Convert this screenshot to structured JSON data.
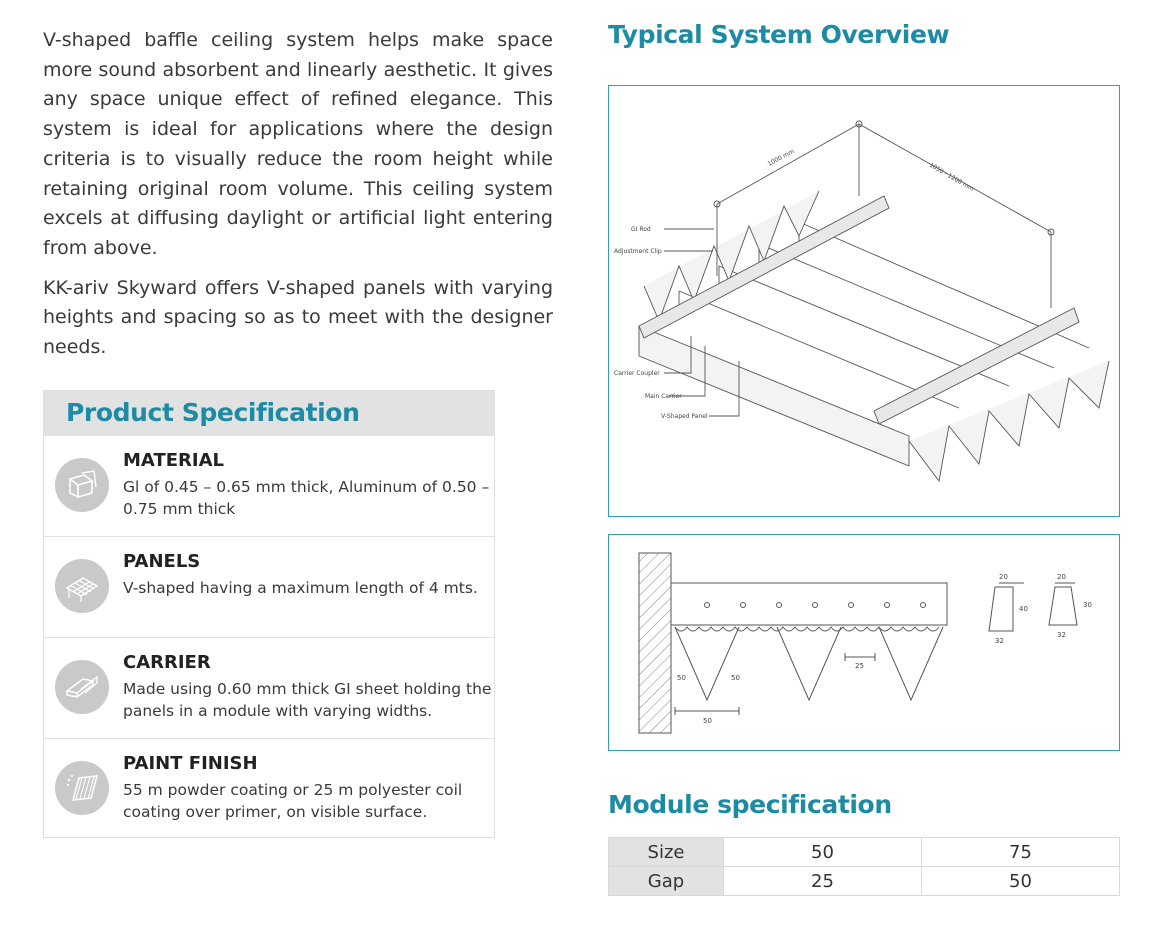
{
  "intro": {
    "paragraph1": "V-shaped baffle ceiling system helps make space more sound absorbent and linearly aesthetic. It gives any space unique effect of refined elegance. This system is ideal for applications where the design criteria is to visually reduce the room height while retaining original room volume. This ceiling system excels at diffusing daylight or artificial light entering from above.",
    "paragraph2": "KK-ariv Skyward offers V-shaped panels with varying heights and spacing so as to meet with the designer needs."
  },
  "product_spec": {
    "title": "Product Specification",
    "items": [
      {
        "icon": "material-sheets-icon",
        "title": "MATERIAL",
        "text": "Gl of 0.45 – 0.65 mm thick, Aluminum of 0.50 – 0.75 mm thick"
      },
      {
        "icon": "panels-grid-icon",
        "title": "PANELS",
        "text": "V-shaped having a maximum length of 4 mts."
      },
      {
        "icon": "carrier-rail-icon",
        "title": "CARRIER",
        "text": "Made using 0.60 mm thick GI sheet holding the panels in a module with varying widths."
      },
      {
        "icon": "paint-spray-icon",
        "title": "PAINT FINISH",
        "text": "55 m powder coating or 25 m polyester coil coating over primer, on visible surface."
      }
    ]
  },
  "overview": {
    "title": "Typical System Overview",
    "isometric_labels": {
      "gi_rod": "GI Rod",
      "adjustment_clip": "Adjustment Clip",
      "carrier_coupler": "Carrier Coupler",
      "main_carrier": "Main Carrier",
      "v_panel": "V-Shaped Panel",
      "dim1": "1000 mm",
      "dim2": "1050 - 1200 mm"
    },
    "section_labels": {
      "panel_side_left": "50",
      "panel_side_right": "50",
      "panel_width": "50",
      "gap": "25",
      "profile_a_top": "20",
      "profile_a_height": "40",
      "profile_a_bottom": "32",
      "profile_b_top": "20",
      "profile_b_height": "30",
      "profile_b_bottom": "32"
    }
  },
  "module": {
    "title": "Module specification",
    "rows": [
      {
        "label": "Size",
        "v1": "50",
        "v2": "75"
      },
      {
        "label": "Gap",
        "v1": "25",
        "v2": "50"
      }
    ]
  },
  "colors": {
    "accent": "#1d8ba3",
    "border": "#2e9fb6",
    "header_bg": "#e2e2e2",
    "icon_bg": "#c9c9c9"
  }
}
